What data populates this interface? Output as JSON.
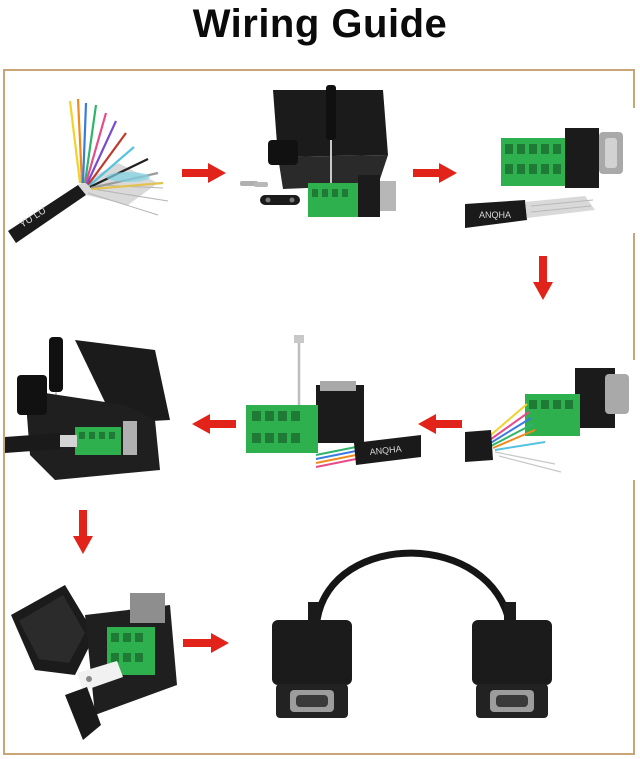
{
  "title": "Wiring Guide",
  "colors": {
    "arrow": "#e2231a",
    "border": "#c9a57a",
    "terminal_green": "#2fb04e",
    "housing_black": "#1b1b1b"
  },
  "steps": [
    {
      "id": 1,
      "depicts": "stripped multi-colour cable",
      "cable_print": "YU LU"
    },
    {
      "id": 2,
      "depicts": "opened connector housing with screwdriver and parts"
    },
    {
      "id": 3,
      "depicts": "green terminal block DB9 adapter with cable",
      "cable_print": "ANQHA"
    },
    {
      "id": 4,
      "depicts": "wires inserted into terminal block"
    },
    {
      "id": 5,
      "depicts": "screwdriver tightening terminal screws",
      "cable_print": "ANQHA"
    },
    {
      "id": 6,
      "depicts": "terminal block placed into housing with screwdriver"
    },
    {
      "id": 7,
      "depicts": "closing housing with cable clamp"
    },
    {
      "id": 8,
      "depicts": "finished DB9 female to female cable"
    }
  ],
  "arrows": [
    "right",
    "right",
    "down",
    "left",
    "left",
    "down",
    "right"
  ]
}
